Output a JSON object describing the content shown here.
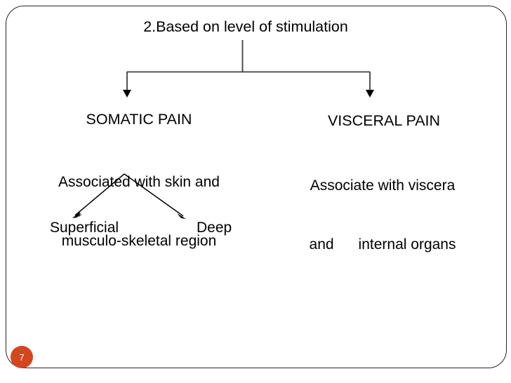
{
  "slide": {
    "title": "2.Based on level of stimulation",
    "page_number": "7",
    "badge_color": "#d4461e",
    "border_color": "#262626",
    "text_color": "#000000",
    "background_color": "#ffffff"
  },
  "diagram": {
    "type": "tree",
    "root_label": "2.Based on level of stimulation",
    "branches": [
      {
        "id": "somatic",
        "heading": "SOMATIC PAIN",
        "body_line_1": "Associated with skin and",
        "body_line_2": "musculo-skeletal region",
        "children": [
          {
            "id": "superficial",
            "label": "Superficial"
          },
          {
            "id": "deep",
            "label": "Deep"
          }
        ]
      },
      {
        "id": "visceral",
        "heading": "VISCERAL PAIN",
        "body_line_1": "Associate with viscera",
        "body_line_2": "and      internal organs",
        "children": []
      }
    ],
    "connector_color": "#3f3f3f",
    "arrow_color": "#000000"
  },
  "icons": {
    "arrow_down": "arrow-down-icon",
    "arrow_diagonal_left": "arrow-down-left-icon",
    "arrow_diagonal_right": "arrow-down-right-icon"
  }
}
